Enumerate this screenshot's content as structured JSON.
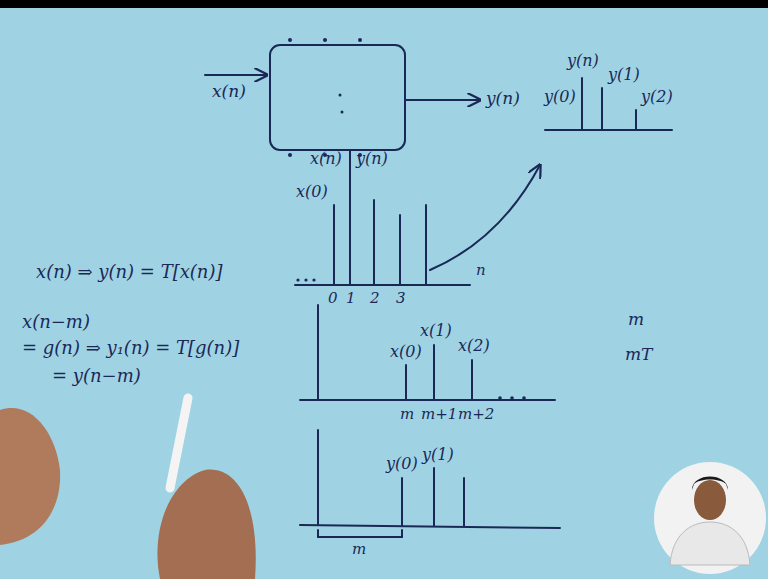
{
  "diagram": {
    "labels": [
      "x(n)",
      "y(n)",
      "y(n)",
      "y(0)",
      "y(1)",
      "y(2)",
      "x(n)",
      "y(n)",
      "x(0)",
      "0",
      "1",
      "2",
      "3",
      "n",
      "x(n) ⇒ y(n) = T[x(n)]",
      "x(n−m)",
      "= g(n) ⇒ y₁(n) = T[g(n)]",
      "= y(n−m)",
      "x(0)",
      "x(1)",
      "x(2)",
      "m",
      "m+1",
      "m+2",
      "m",
      "mT",
      "y(0)",
      "y(1)",
      "m"
    ]
  }
}
